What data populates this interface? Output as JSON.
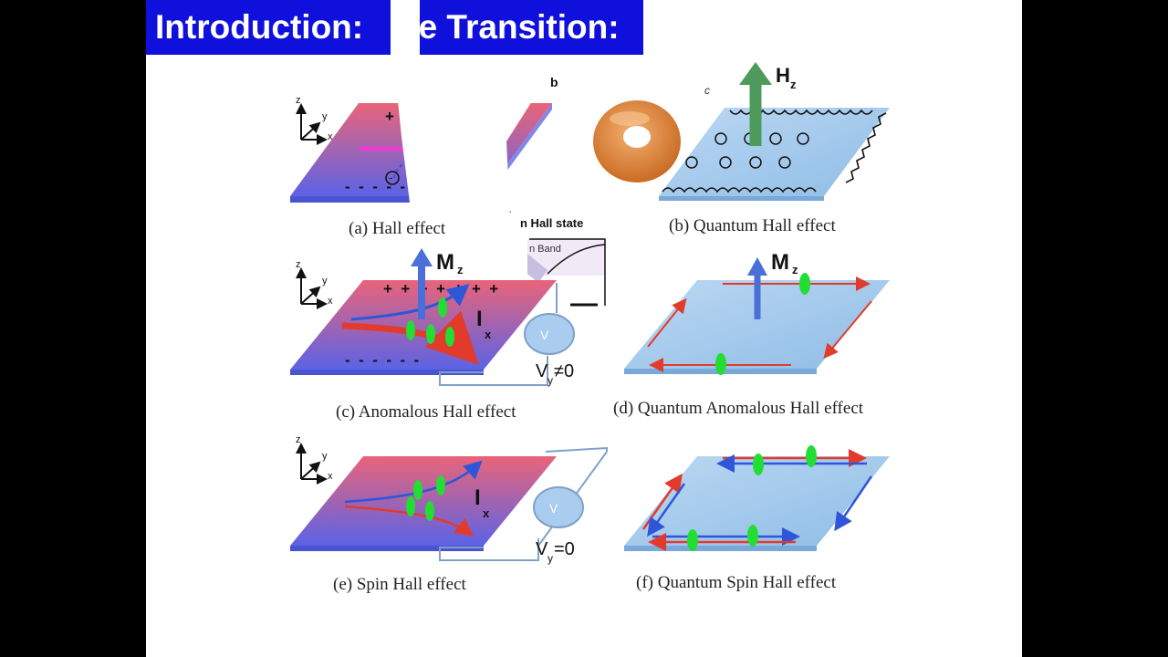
{
  "titles": {
    "left": "Introduction:",
    "right": "ce Transition:"
  },
  "panel_letters": {
    "b": "b",
    "c": "c"
  },
  "captions": {
    "a": "(a) Hall effect",
    "b": "(b) Quantum Hall effect",
    "c": "(c) Anomalous Hall effect",
    "d": "(d) Quantum Anomalous Hall effect",
    "e": "(e) Spin Hall effect",
    "f": "(f) Quantum Spin Hall effect"
  },
  "overlay": {
    "hall_state": "n Hall state",
    "band": "n Band"
  },
  "labels": {
    "hz": "H",
    "hz_sub": "z",
    "mz": "M",
    "mz_sub": "z",
    "ix": "I",
    "ix_sub": "x",
    "vy_c": "V",
    "vy_c_sub": "y",
    "vy_c_rel": "≠0",
    "vy_e": "V",
    "vy_e_sub": "y",
    "vy_e_rel": "=0",
    "vmeter": "V",
    "axis_z": "z",
    "axis_y": "y",
    "axis_x": "x"
  },
  "colors": {
    "title_bg": "#1010dd",
    "plate_pink": "#e8607a",
    "plate_blue": "#5a6de8",
    "plate_light": "#a9cdee",
    "arrow_green": "#4e9a5c",
    "arrow_blue": "#4b6fd8",
    "spin_green": "#22dd33",
    "edge_red": "#e23b2b",
    "edge_blue": "#2f55d8"
  }
}
